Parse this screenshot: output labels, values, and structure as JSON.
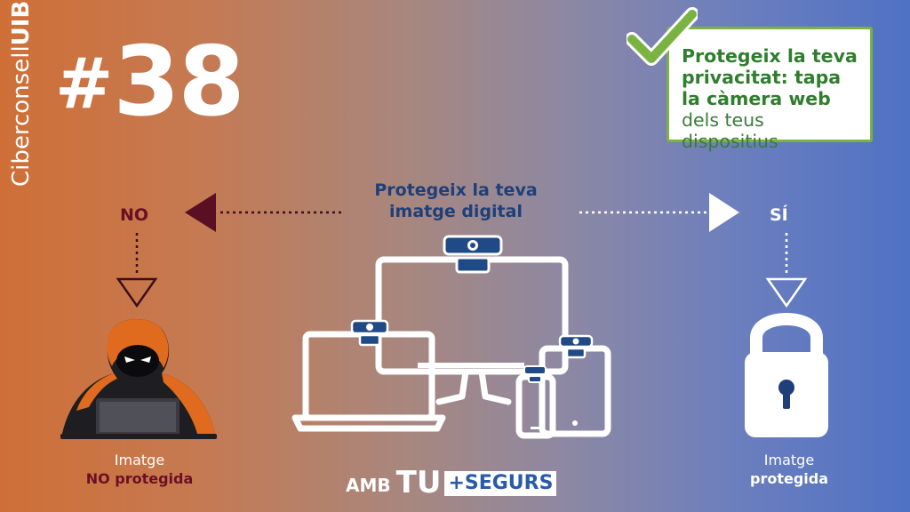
{
  "brand": {
    "light": "Ciberconsell",
    "bold": "UIB"
  },
  "tip_number": {
    "hash": "#",
    "value": "38"
  },
  "tip_card": {
    "strong": "Protegeix la teva privacitat: tapa la càmera web",
    "light": " dels teus dispositius"
  },
  "center_title": "Protegeix la teva imatge digital",
  "no_label": "NO",
  "si_label": "SÍ",
  "left_caption": {
    "line1": "Imatge",
    "line2": "NO protegida"
  },
  "right_caption": {
    "line1": "Imatge",
    "line2": "protegida"
  },
  "logo": {
    "amb": "AMB",
    "tu": "TU",
    "segurs": "+SEGURS"
  },
  "icons": [
    "check-icon",
    "hacker-icon",
    "devices-icon",
    "webcam-icon",
    "padlock-icon",
    "arrow-left-icon",
    "arrow-right-icon",
    "triangle-down-icon"
  ],
  "colors": {
    "green": "#7ab342",
    "dark_red": "#6a1024",
    "navy": "#1f3f78",
    "blue": "#2a5aa8"
  }
}
